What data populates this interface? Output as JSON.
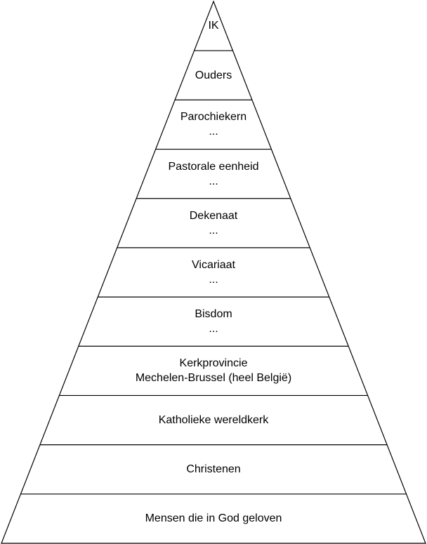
{
  "pyramid": {
    "levels": [
      {
        "lines": [
          "IK"
        ]
      },
      {
        "lines": [
          "Ouders"
        ]
      },
      {
        "lines": [
          "Parochiekern",
          "..."
        ]
      },
      {
        "lines": [
          "Pastorale eenheid",
          "..."
        ]
      },
      {
        "lines": [
          "Dekenaat",
          "..."
        ]
      },
      {
        "lines": [
          "Vicariaat",
          "..."
        ]
      },
      {
        "lines": [
          "Bisdom",
          "..."
        ]
      },
      {
        "lines": [
          "Kerkprovincie",
          "Mechelen-Brussel (heel België)"
        ]
      },
      {
        "lines": [
          "Katholieke wereldkerk"
        ]
      },
      {
        "lines": [
          "Christenen"
        ]
      },
      {
        "lines": [
          "Mensen die in God geloven"
        ]
      }
    ],
    "stroke_color": "#000000",
    "fill_color": "#ffffff"
  }
}
